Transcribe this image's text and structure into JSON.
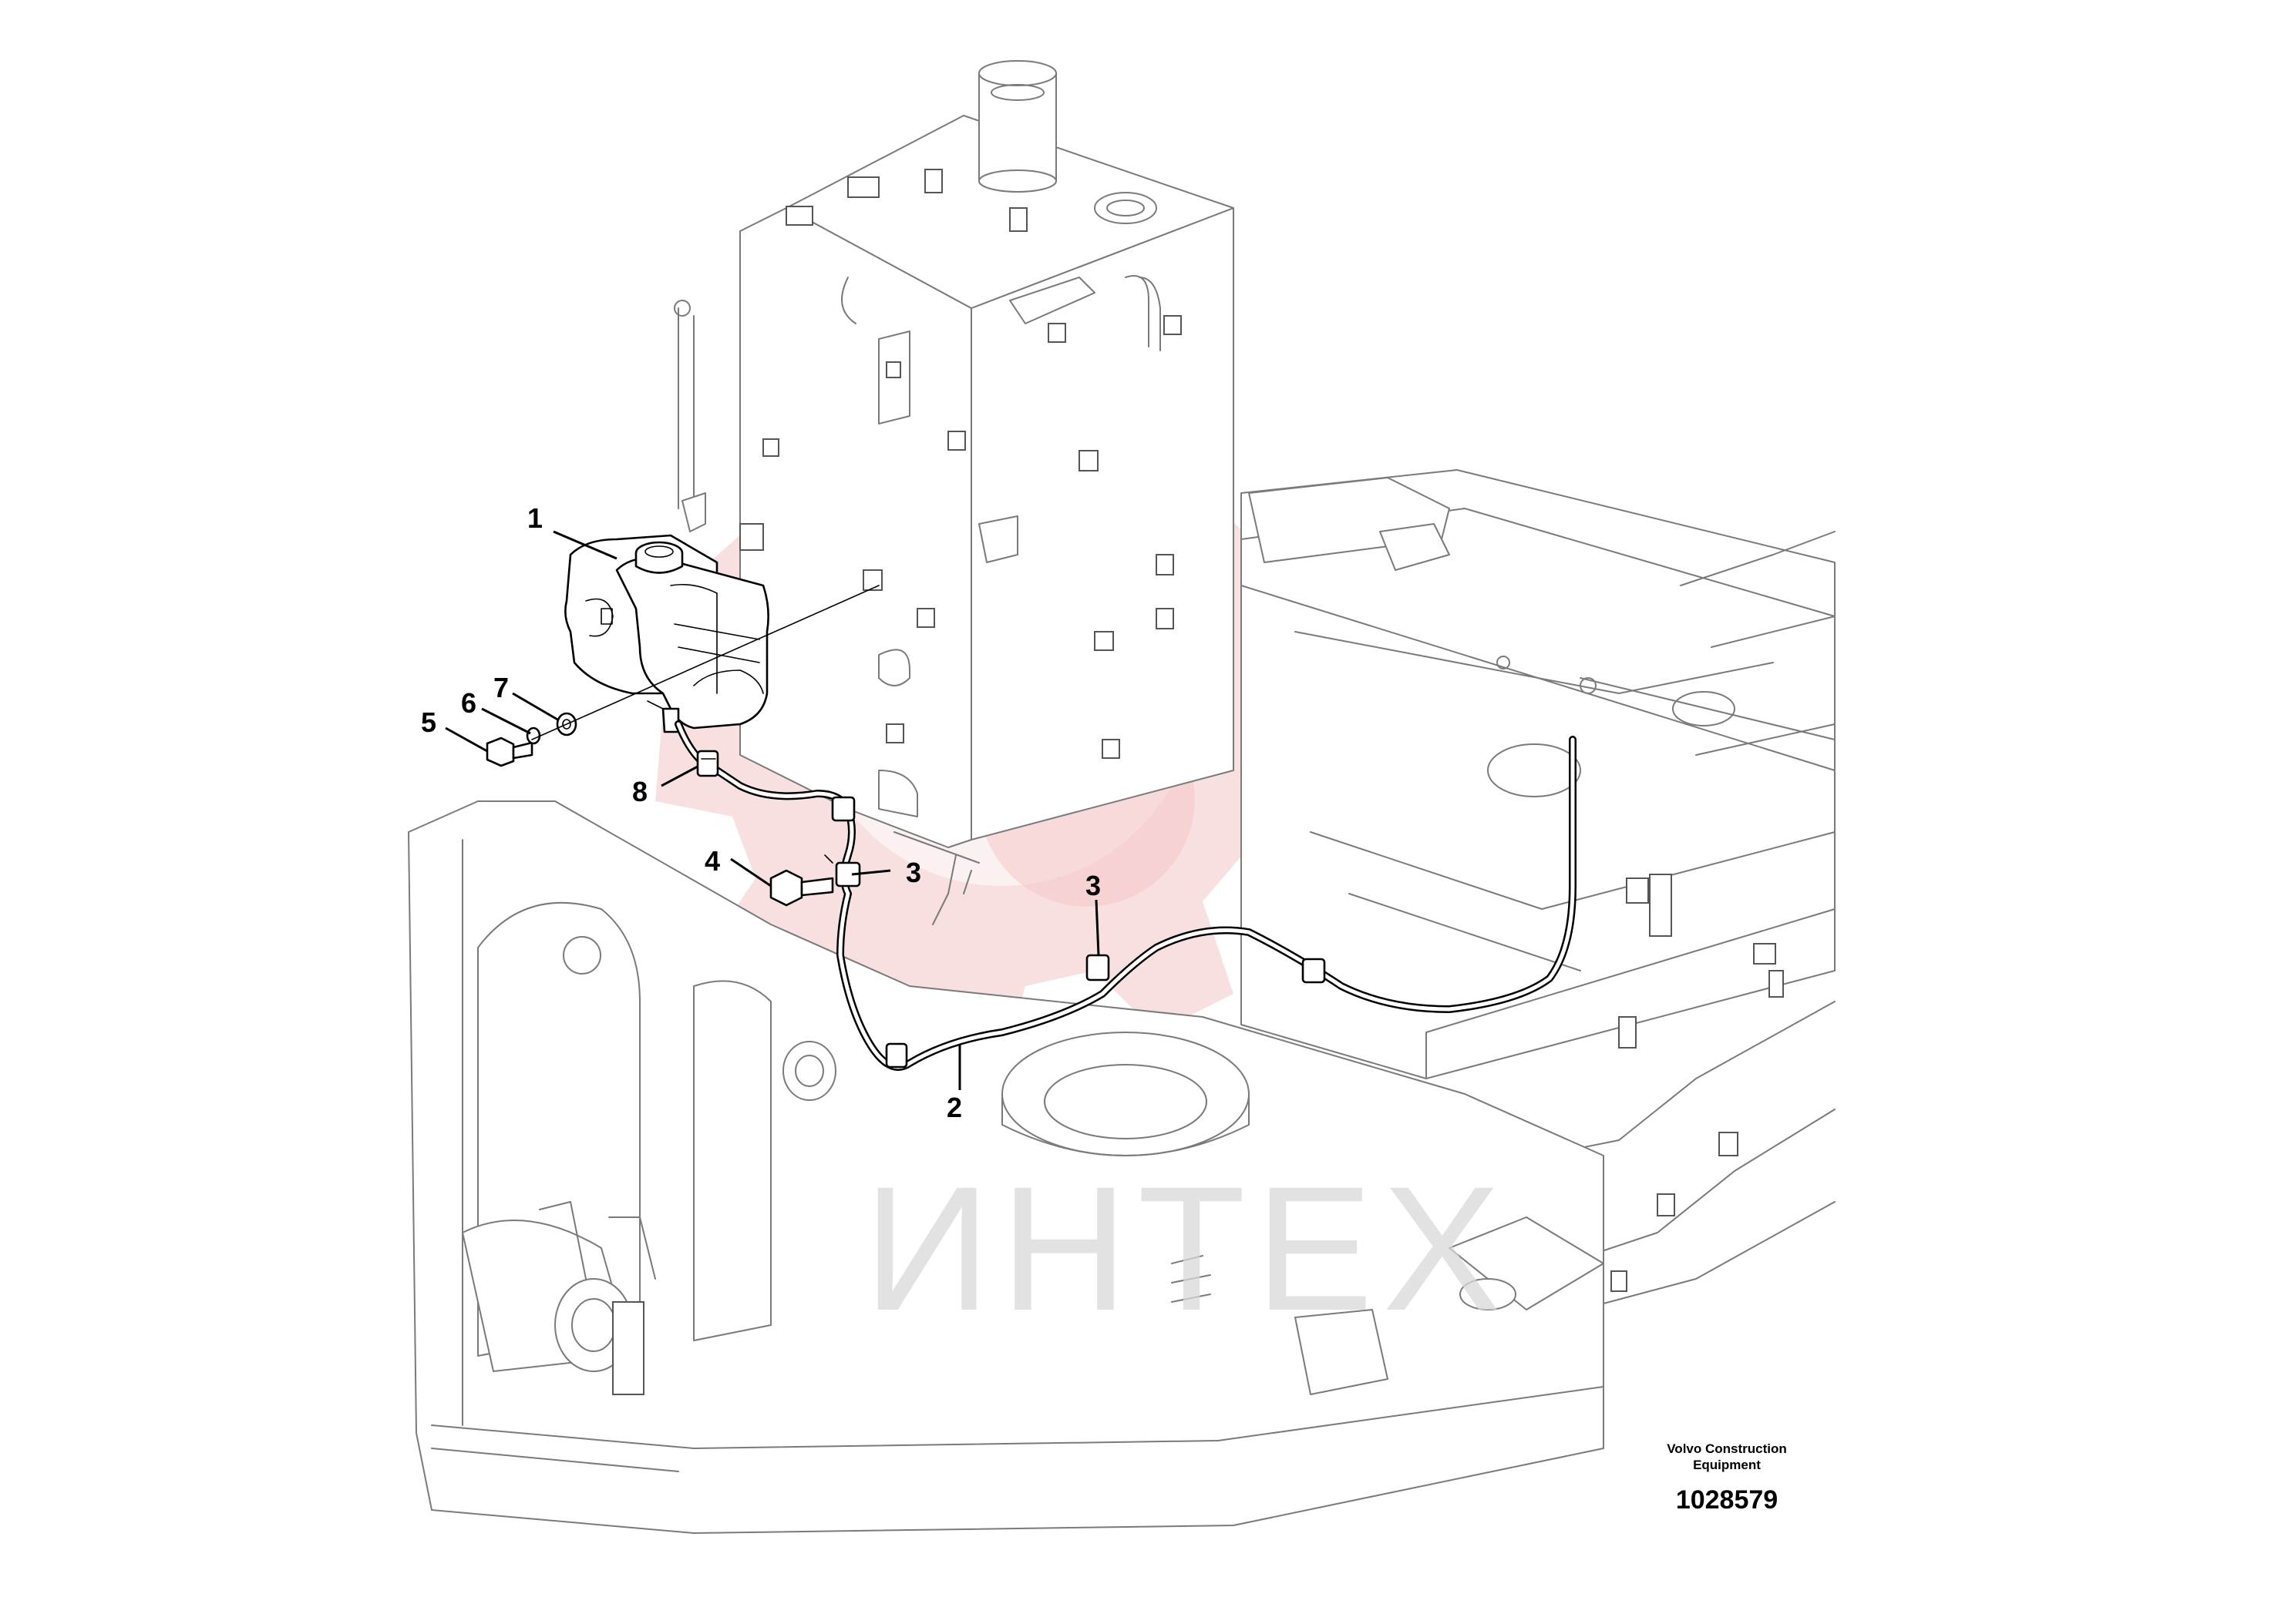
{
  "callouts": {
    "c1": "1",
    "c2": "2",
    "c3a": "3",
    "c3b": "3",
    "c4": "4",
    "c5": "5",
    "c6": "6",
    "c7": "7",
    "c8": "8"
  },
  "watermark": {
    "text": "ИНТЕХ",
    "color": "#f4c6c6"
  },
  "footer": {
    "company_line1": "Volvo Construction",
    "company_line2": "Equipment",
    "reference_number": "1028579"
  }
}
